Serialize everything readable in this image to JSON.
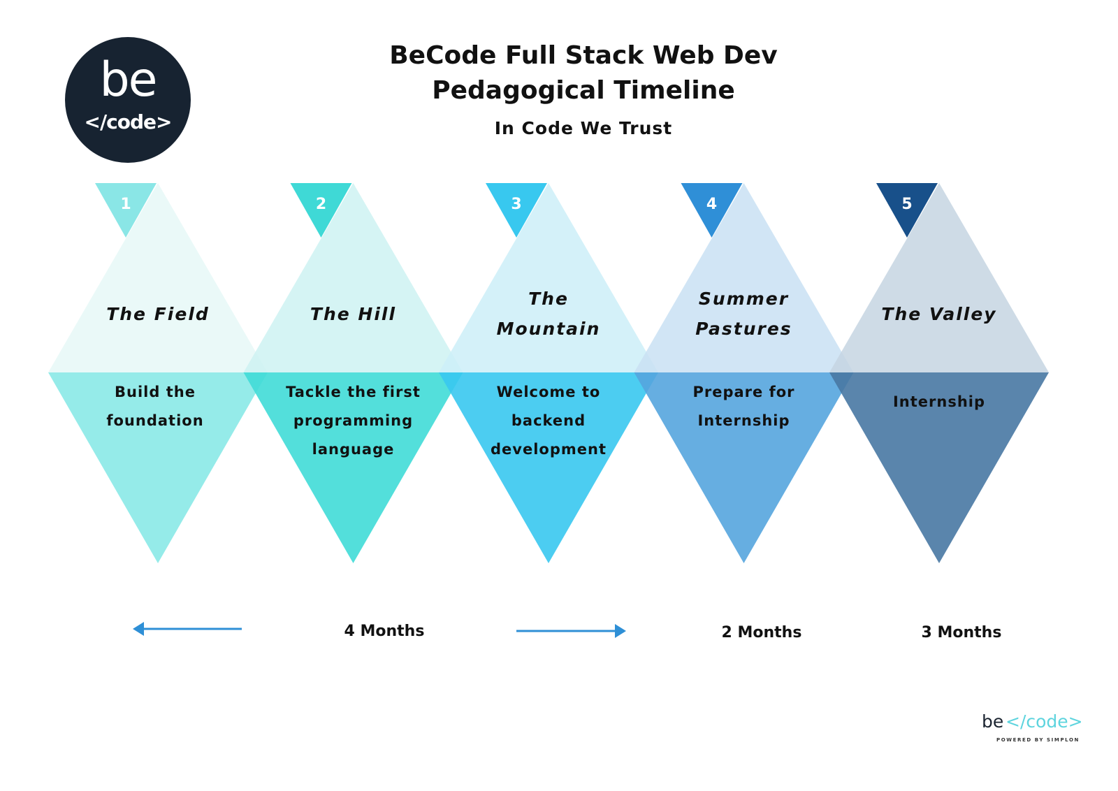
{
  "header": {
    "logo_top": "be",
    "logo_bottom": "</code>",
    "title_line1": "BeCode Full Stack Web Dev",
    "title_line2": "Pedagogical Timeline",
    "subtitle": "In Code We Trust"
  },
  "stages": [
    {
      "number": "1",
      "name_lines": [
        "The Field"
      ],
      "desc_lines": [
        "Build the",
        "foundation"
      ],
      "colors": {
        "badge": "#8ae6e6",
        "up": "#e6f8f7",
        "down": "#89e9e7"
      }
    },
    {
      "number": "2",
      "name_lines": [
        "The Hill"
      ],
      "desc_lines": [
        "Tackle the first",
        "programming",
        "language"
      ],
      "colors": {
        "badge": "#3fd9d6",
        "up": "#cef2f2",
        "down": "#40dbd7"
      }
    },
    {
      "number": "3",
      "name_lines": [
        "The",
        "Mountain"
      ],
      "desc_lines": [
        "Welcome to",
        "backend",
        "development"
      ],
      "colors": {
        "badge": "#38c8ef",
        "up": "#cdeef8",
        "down": "#39c8ef"
      }
    },
    {
      "number": "4",
      "name_lines": [
        "Summer",
        "Pastures"
      ],
      "desc_lines": [
        "Prepare for",
        "Internship"
      ],
      "colors": {
        "badge": "#2f8fd7",
        "up": "#c9e0f3",
        "down": "#55a5de"
      }
    },
    {
      "number": "5",
      "name_lines": [
        "The Valley"
      ],
      "desc_lines": [
        "Internship"
      ],
      "colors": {
        "badge": "#18508a",
        "up": "#c5d5e2",
        "down": "#4878a3"
      }
    }
  ],
  "durations": {
    "first": "4 Months",
    "second": "2 Months",
    "third": "3 Months"
  },
  "arrow_color": "#2e8fd6",
  "brand": {
    "be": "be",
    "code": "</code>",
    "powered": "POWERED BY SIMPLON"
  }
}
